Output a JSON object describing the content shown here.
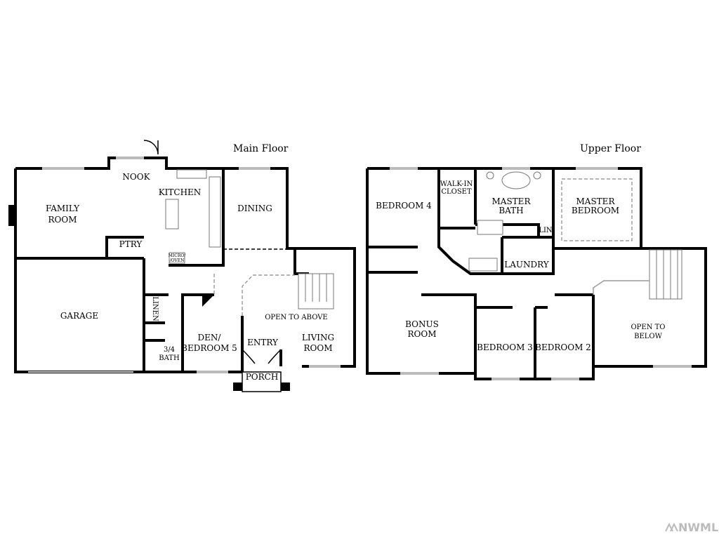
{
  "main_floor": {
    "title": "Main Floor",
    "rooms": {
      "nook": "NOOK",
      "kitchen": "KITCHEN",
      "family_room_1": "FAMILY",
      "family_room_2": "ROOM",
      "dining": "DINING",
      "ptry": "PTRY",
      "micro_oven_1": "MICRO/",
      "micro_oven_2": "/OVEN",
      "garage": "GARAGE",
      "linen": "LINEN",
      "bath_1": "3/4",
      "bath_2": "BATH",
      "den_1": "DEN/",
      "den_2": "BEDROOM 5",
      "entry": "ENTRY",
      "open_above": "OPEN TO ABOVE",
      "living_1": "LIVING",
      "living_2": "ROOM",
      "porch": "PORCH"
    }
  },
  "upper_floor": {
    "title": "Upper Floor",
    "rooms": {
      "bedroom4": "BEDROOM 4",
      "closet_1": "WALK-IN",
      "closet_2": "CLOSET",
      "master_bath_1": "MASTER",
      "master_bath_2": "BATH",
      "master_bed_1": "MASTER",
      "master_bed_2": "BEDROOM",
      "lin": "LIN",
      "laundry": "LAUNDRY",
      "bonus_1": "BONUS",
      "bonus_2": "ROOM",
      "bedroom3": "BEDROOM 3",
      "bedroom2": "BEDROOM 2",
      "open_below_1": "OPEN TO",
      "open_below_2": "BELOW"
    }
  },
  "watermark": "NWMLS"
}
